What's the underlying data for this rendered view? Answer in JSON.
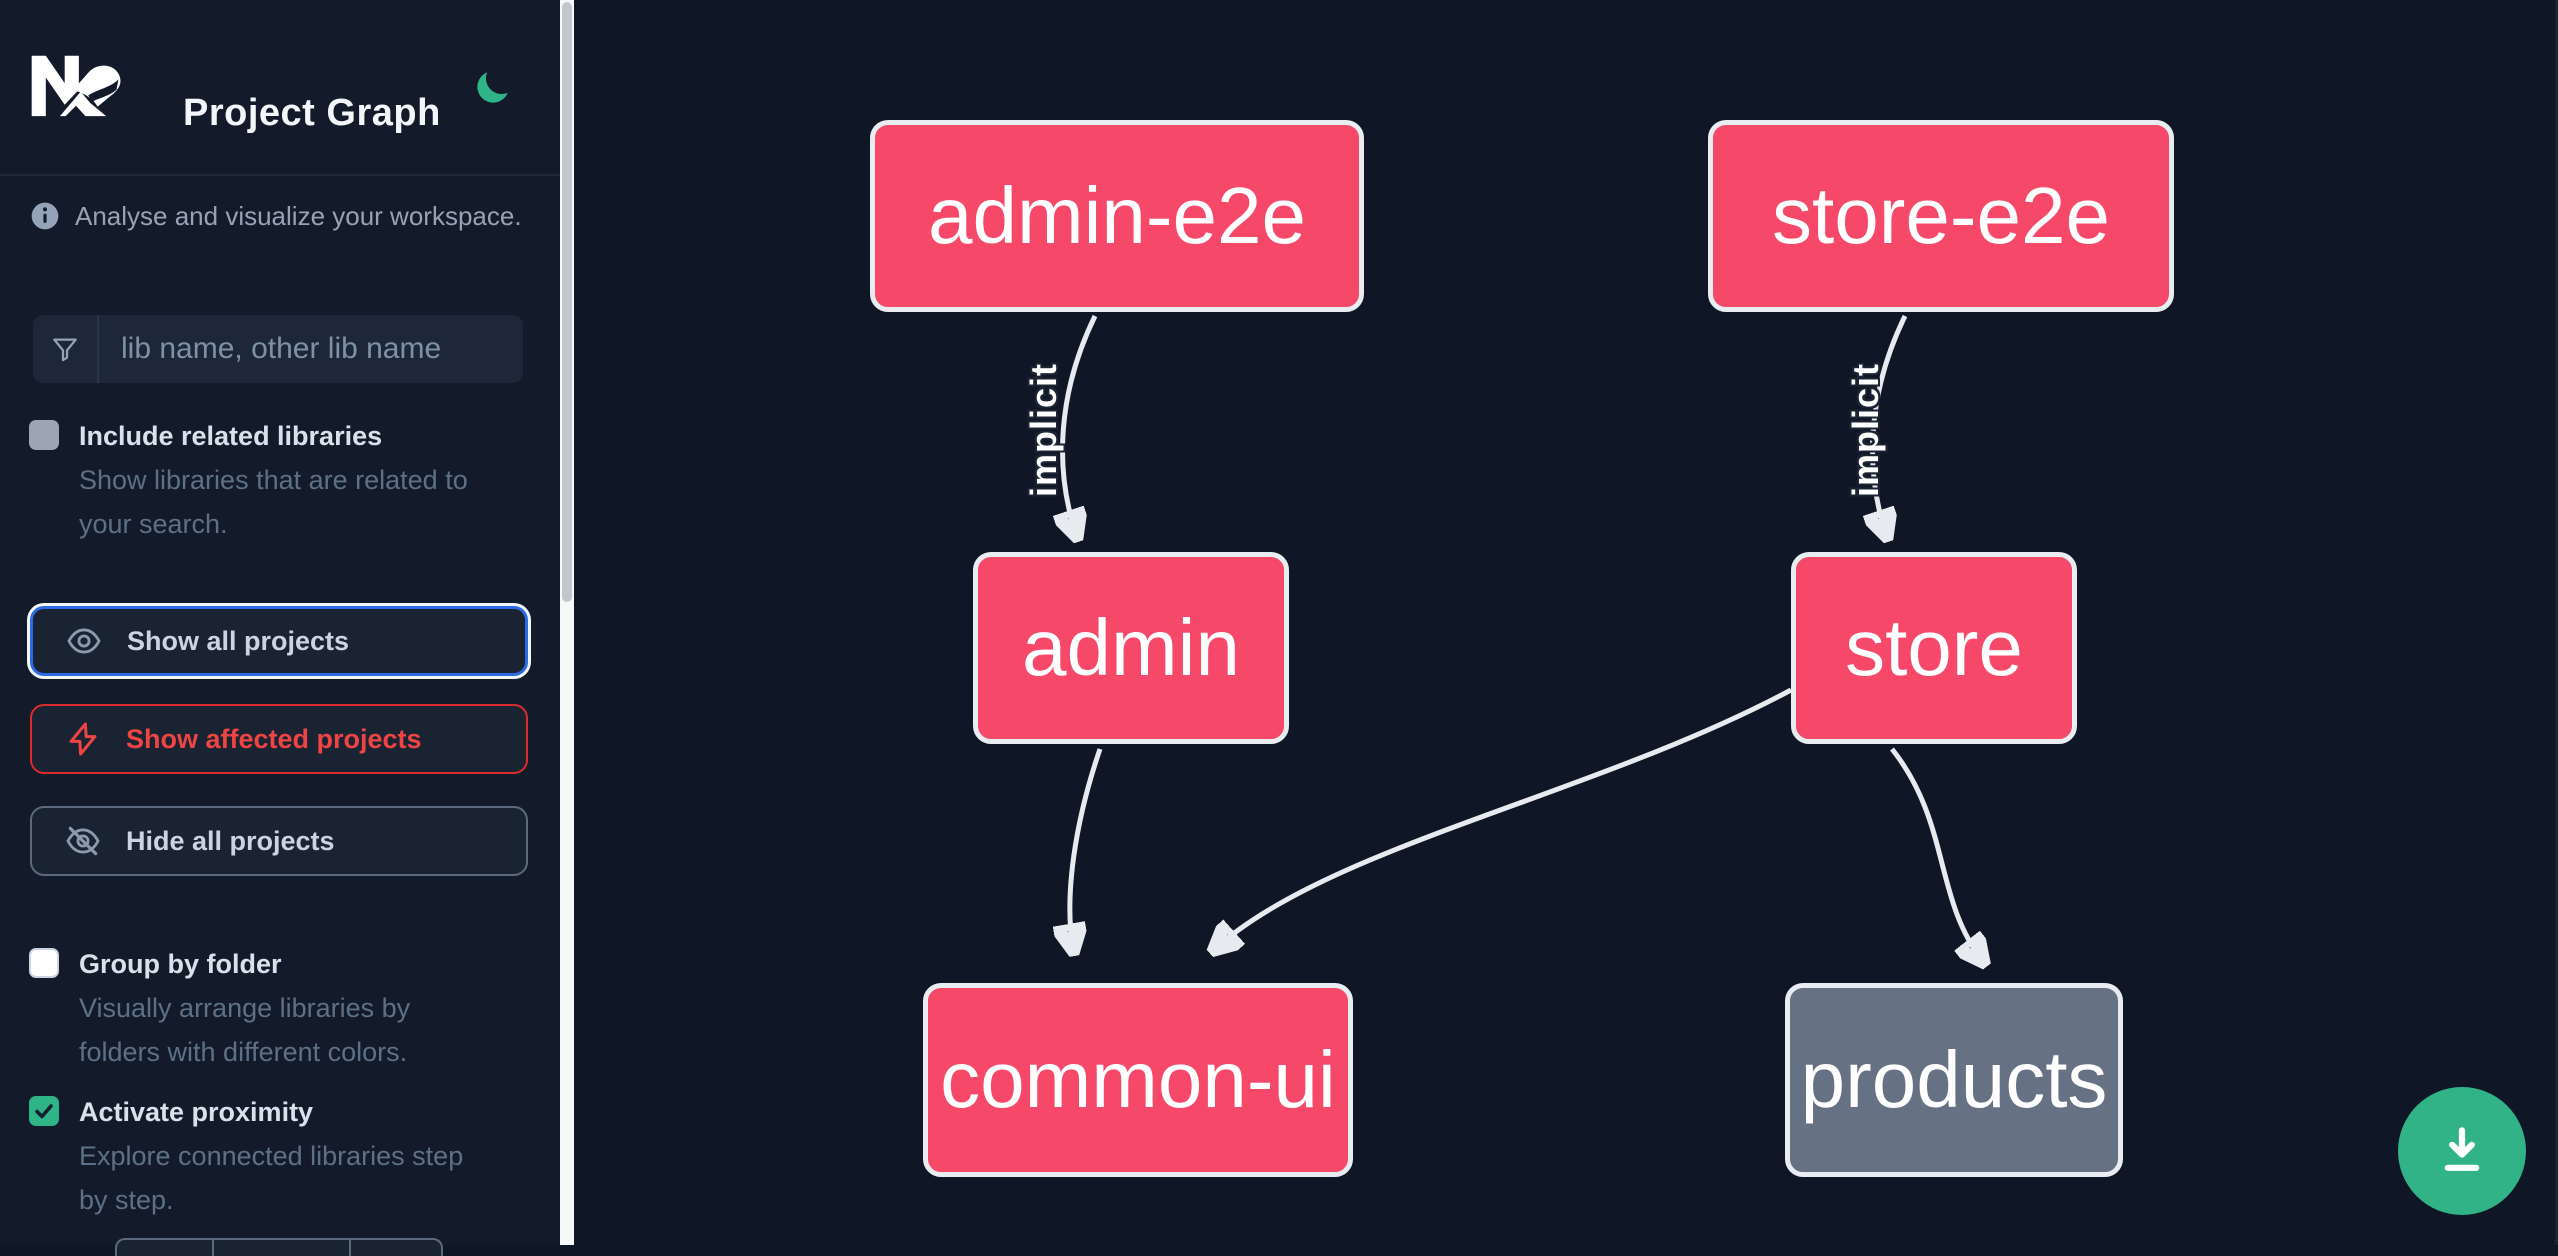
{
  "header": {
    "logo_text": "Nx",
    "title": "Project Graph"
  },
  "sidebar": {
    "info_text": "Analyse and visualize your workspace.",
    "search_placeholder": "lib name, other lib name",
    "buttons": [
      {
        "label": "Show all projects",
        "icon": "eye",
        "state": "focused"
      },
      {
        "label": "Show affected projects",
        "icon": "bolt",
        "state": "danger"
      },
      {
        "label": "Hide all projects",
        "icon": "eye-off",
        "state": "default"
      }
    ],
    "toggles": [
      {
        "label": "Include related libraries",
        "desc_lines": [
          "Show libraries that are related to",
          "your search."
        ],
        "checked": false
      },
      {
        "label": "Group by folder",
        "desc_lines": [
          "Visually arrange libraries by",
          "folders with different colors."
        ],
        "checked": false
      },
      {
        "label": "Activate proximity",
        "desc_lines": [
          "Explore connected libraries step",
          "by step."
        ],
        "checked": true
      }
    ]
  },
  "graph": {
    "nodes": [
      {
        "id": "admin-e2e",
        "label": "admin-e2e",
        "kind": "affected"
      },
      {
        "id": "store-e2e",
        "label": "store-e2e",
        "kind": "affected"
      },
      {
        "id": "admin",
        "label": "admin",
        "kind": "affected"
      },
      {
        "id": "store",
        "label": "store",
        "kind": "affected"
      },
      {
        "id": "common-ui",
        "label": "common-ui",
        "kind": "affected"
      },
      {
        "id": "products",
        "label": "products",
        "kind": "unaffected"
      }
    ],
    "edges": [
      {
        "from": "admin-e2e",
        "to": "admin",
        "label": "implicit",
        "type": "implicit"
      },
      {
        "from": "store-e2e",
        "to": "store",
        "label": "implicit",
        "type": "implicit"
      },
      {
        "from": "admin",
        "to": "common-ui",
        "label": "",
        "type": "static"
      },
      {
        "from": "store",
        "to": "common-ui",
        "label": "",
        "type": "static"
      },
      {
        "from": "store",
        "to": "products",
        "label": "",
        "type": "static"
      }
    ]
  },
  "fab": {
    "icon": "download"
  },
  "colors": {
    "accent_green": "#31b287",
    "node_affected_pink": "#f6496a",
    "node_unaffected_gray": "#667183",
    "focus_blue": "#2b6be4",
    "danger_red": "#ef4444",
    "edge_gray": "#e7eaee"
  }
}
